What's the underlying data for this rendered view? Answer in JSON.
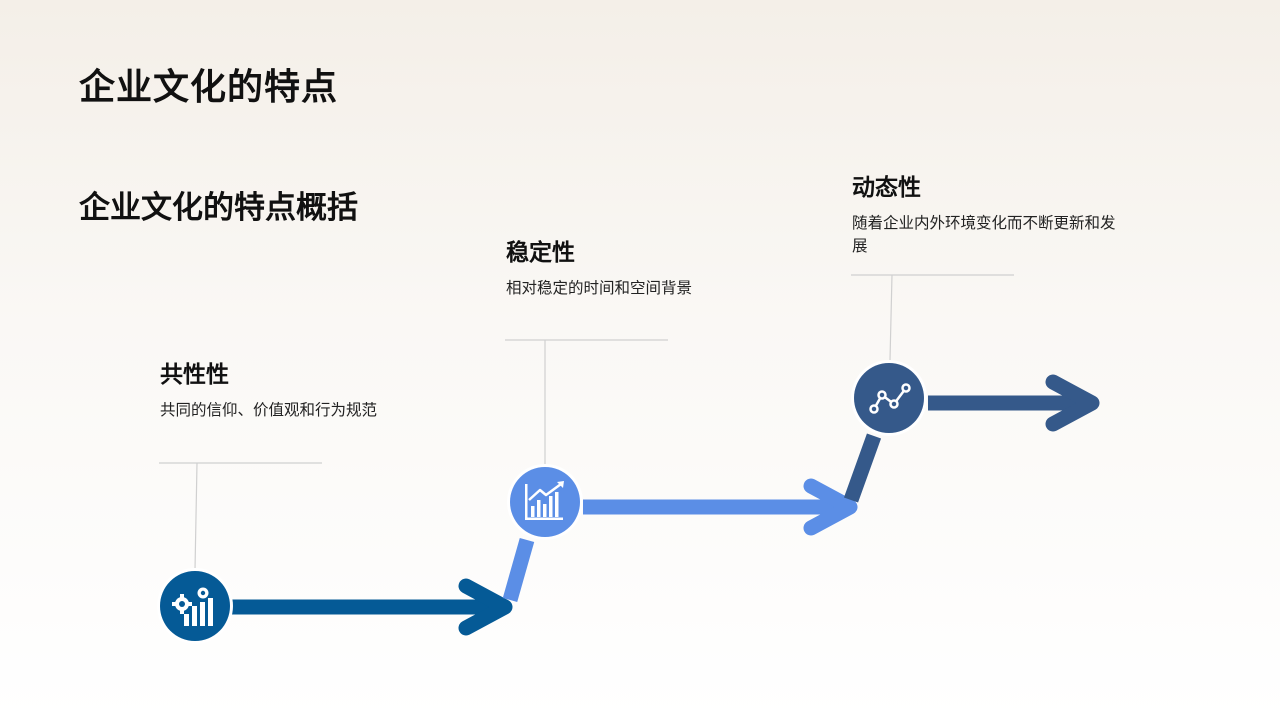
{
  "slide": {
    "title": "企业文化的特点",
    "subtitle": "企业文化的特点概括"
  },
  "steps": [
    {
      "title": "共性性",
      "desc": "共同的信仰、价值观和行为规范",
      "icon": "gears-bar-chart-icon",
      "color": "#055a96"
    },
    {
      "title": "稳定性",
      "desc": "相对稳定的时间和空间背景",
      "icon": "rising-bar-chart-icon",
      "color": "#5b8ee6"
    },
    {
      "title": "动态性",
      "desc": "随着企业内外环境变化而不断更新和发展",
      "icon": "line-graph-icon",
      "color": "#35598a"
    }
  ]
}
